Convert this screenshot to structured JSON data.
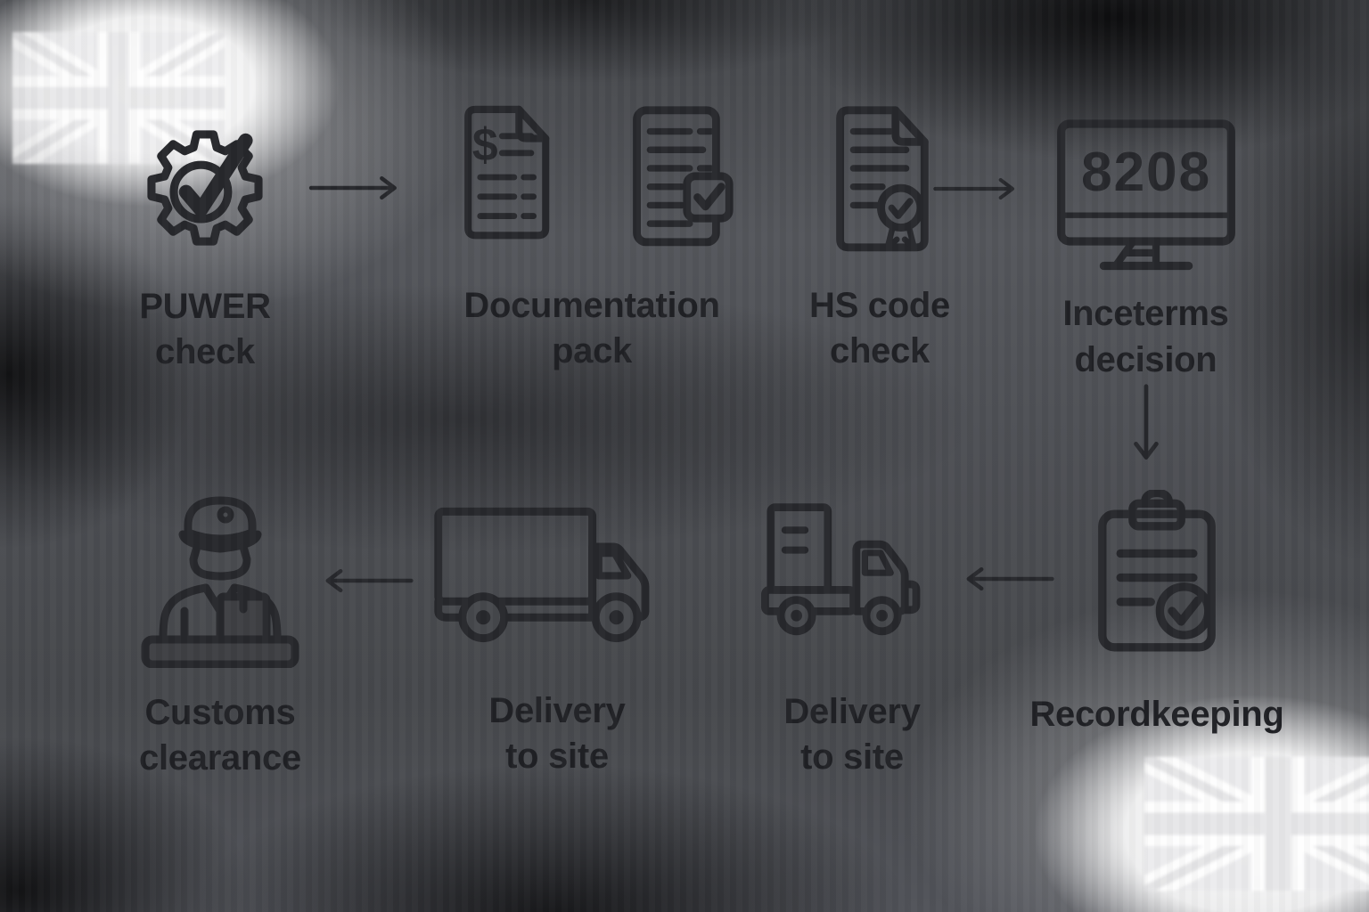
{
  "colors": {
    "icon_stroke": "#27282c",
    "label_text": "#202125",
    "background_mid_gray": "#4c4e53",
    "corner_glow": "#ffffff"
  },
  "flow": {
    "monitor_code": "8208",
    "steps": [
      {
        "key": "puwer-check",
        "lines": [
          "PUWER",
          "check"
        ]
      },
      {
        "key": "documentation-pack",
        "lines": [
          "Documentation",
          "pack"
        ]
      },
      {
        "key": "hs-code-check",
        "lines": [
          "HS code",
          "check"
        ]
      },
      {
        "key": "incoterms-decision",
        "lines": [
          "Inceterms",
          "decision"
        ]
      },
      {
        "key": "recordkeeping",
        "lines": [
          "Recordkeeping",
          ""
        ]
      },
      {
        "key": "delivery-to-site-right",
        "lines": [
          "Delivery",
          "to site"
        ]
      },
      {
        "key": "delivery-to-site-left",
        "lines": [
          "Delivery",
          "to site"
        ]
      },
      {
        "key": "customs-clearance",
        "lines": [
          "Customs",
          "clearance"
        ]
      }
    ],
    "arrows": [
      {
        "key": "puwer-to-documentation",
        "direction": "right"
      },
      {
        "key": "hs-code-to-incoterms",
        "direction": "right"
      },
      {
        "key": "incoterms-to-recordkeeping",
        "direction": "down"
      },
      {
        "key": "recordkeeping-to-delivery",
        "direction": "left"
      },
      {
        "key": "delivery-to-customs",
        "direction": "left"
      }
    ],
    "icon_names": [
      "gear-check",
      "invoice-document",
      "checklist-document",
      "certificate-document",
      "monitor",
      "clipboard-check",
      "loaded-truck",
      "box-truck",
      "customs-officer"
    ],
    "decorations": [
      "uk-flag-top-left",
      "uk-flag-bottom-right"
    ]
  }
}
